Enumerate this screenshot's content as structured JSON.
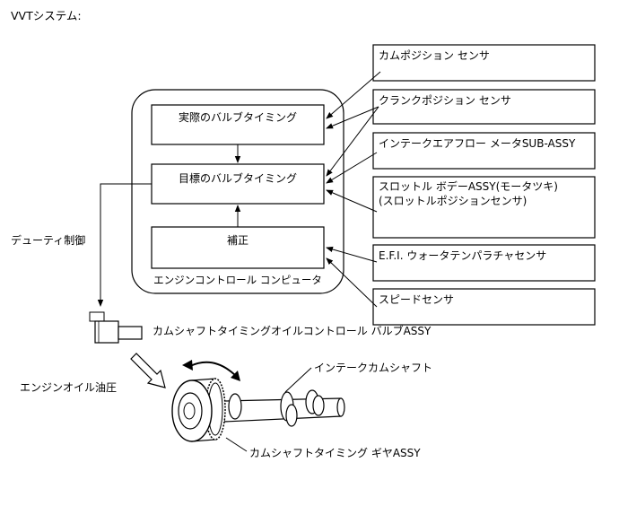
{
  "title": "VVTシステム:",
  "ecu": {
    "label": "エンジンコントロール コンピュータ",
    "actual_timing": "実際のバルブタイミング",
    "target_timing": "目標のバルブタイミング",
    "correction": "補正"
  },
  "sensors": {
    "cam_position": "カムポジション センサ",
    "crank_position": "クランクポジション センサ",
    "airflow_meter": "インテークエアフロー メータSUB-ASSY",
    "throttle_body_line1": "スロットル ボデーASSY(モータツキ)",
    "throttle_body_line2": "(スロットルポジションセンサ)",
    "efi_water_temp": "E.F.I. ウォータテンパラチャセンサ",
    "speed": "スピードセンサ"
  },
  "labels": {
    "duty_control": "デューティ制御",
    "ocv": "カムシャフトタイミングオイルコントロール バルブASSY",
    "intake_camshaft": "インテークカムシャフト",
    "engine_oil_pressure": "エンジンオイル油圧",
    "timing_gear": "カムシャフトタイミング ギヤASSY"
  }
}
